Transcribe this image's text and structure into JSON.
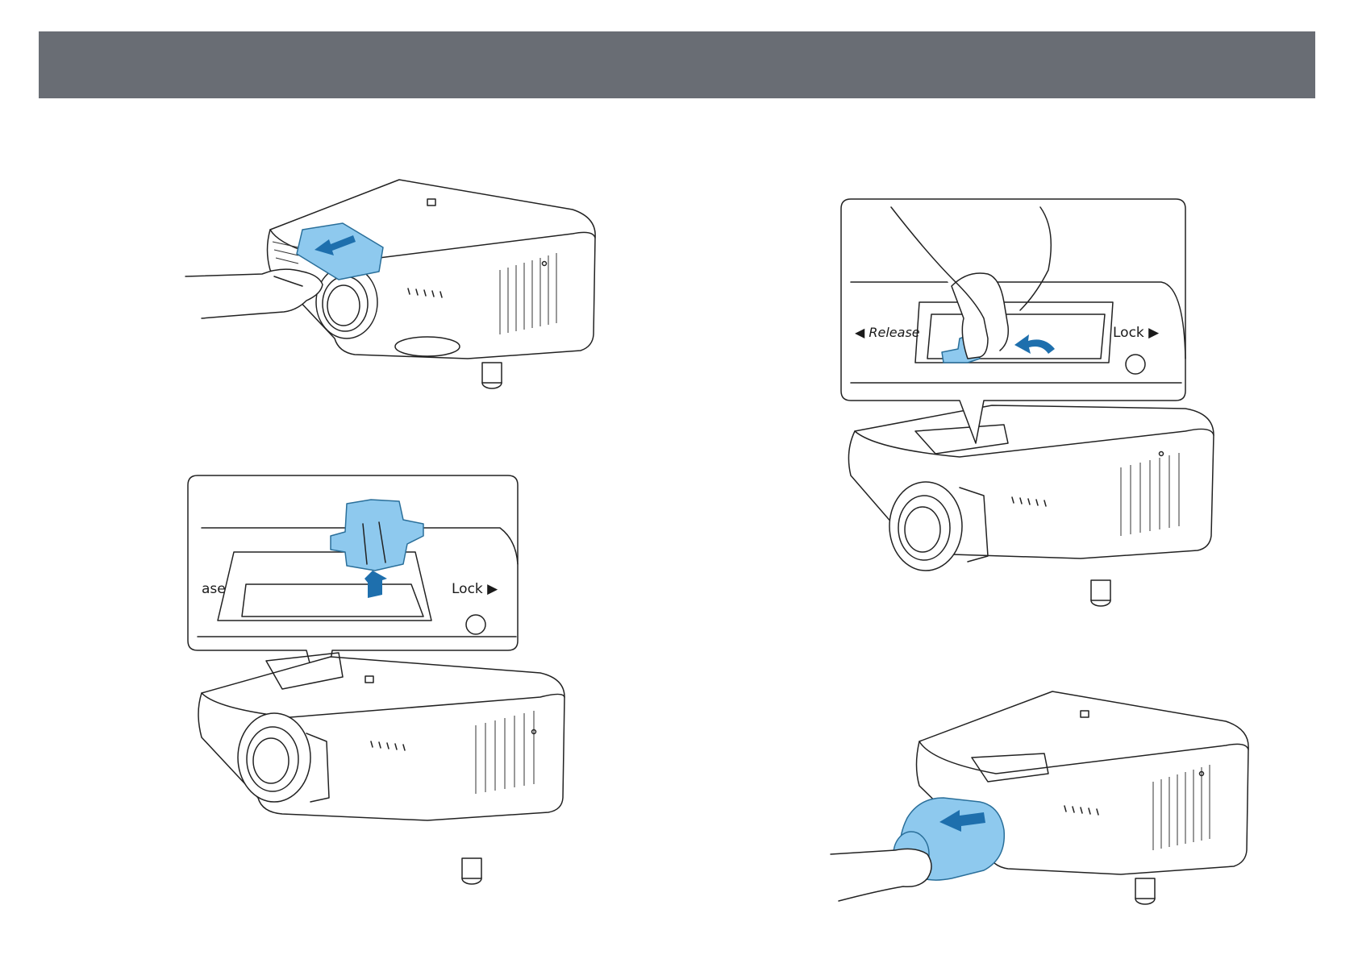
{
  "header": {
    "title": ""
  },
  "illustrations": {
    "step_cover": {
      "icon": "projector-remove-lens-cover"
    },
    "step_lever_up": {
      "icon": "projector-lens-lever-up",
      "callout": {
        "release_label": "ase",
        "lock_label": "Lock ▶"
      }
    },
    "step_release": {
      "icon": "projector-lens-release",
      "callout": {
        "release_label": "◀ Release",
        "lock_label": "Lock ▶"
      }
    },
    "step_pull_lens": {
      "icon": "projector-pull-lens-out"
    }
  },
  "colors": {
    "header": "#696d74",
    "accent_blue": "#8ec9ee",
    "arrow_blue": "#1e6fad"
  }
}
